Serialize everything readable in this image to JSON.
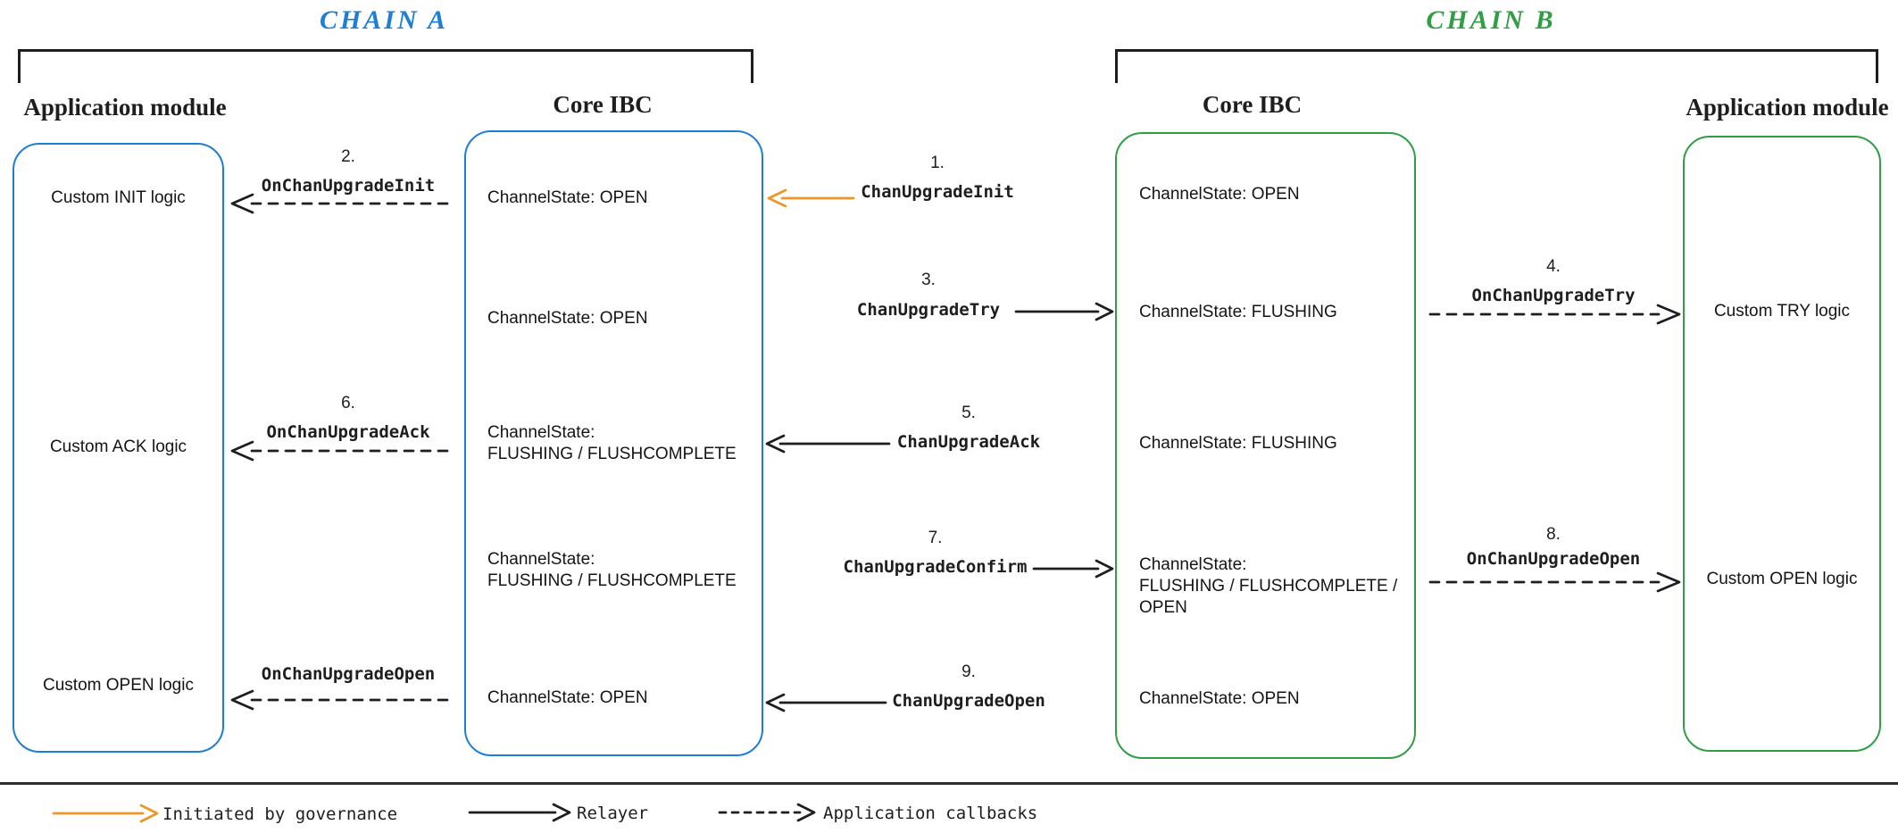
{
  "colors": {
    "blue": "#1c7ed6",
    "green": "#2f9e44",
    "orange": "#ef9527",
    "ink": "#1e1e1e"
  },
  "chain_a": {
    "title": "CHAIN A",
    "app_module": {
      "title": "Application module",
      "rows": [
        "Custom INIT logic",
        "Custom ACK logic",
        "Custom OPEN logic"
      ]
    },
    "core_ibc": {
      "title": "Core IBC",
      "rows": [
        "ChannelState: OPEN",
        "ChannelState: OPEN",
        "ChannelState:\nFLUSHING / FLUSHCOMPLETE",
        "ChannelState:\nFLUSHING / FLUSHCOMPLETE",
        "ChannelState: OPEN"
      ]
    },
    "callbacks": [
      {
        "num": "2.",
        "label": "OnChanUpgradeInit"
      },
      {
        "num": "6.",
        "label": "OnChanUpgradeAck"
      },
      {
        "label": "OnChanUpgradeOpen"
      }
    ]
  },
  "chain_b": {
    "title": "CHAIN B",
    "core_ibc": {
      "title": "Core IBC",
      "rows": [
        "ChannelState: OPEN",
        "ChannelState: FLUSHING",
        "ChannelState: FLUSHING",
        "ChannelState:\nFLUSHING / FLUSHCOMPLETE /\nOPEN",
        "ChannelState: OPEN"
      ]
    },
    "app_module": {
      "title": "Application module",
      "rows": [
        "Custom TRY logic",
        "Custom OPEN logic"
      ]
    },
    "callbacks": [
      {
        "num": "4.",
        "label": "OnChanUpgradeTry"
      },
      {
        "num": "8.",
        "label": "OnChanUpgradeOpen"
      }
    ]
  },
  "messages": [
    {
      "num": "1.",
      "label": "ChanUpgradeInit",
      "direction": "left",
      "kind": "governance"
    },
    {
      "num": "3.",
      "label": "ChanUpgradeTry",
      "direction": "right",
      "kind": "relayer"
    },
    {
      "num": "5.",
      "label": "ChanUpgradeAck",
      "direction": "left",
      "kind": "relayer"
    },
    {
      "num": "7.",
      "label": "ChanUpgradeConfirm",
      "direction": "right",
      "kind": "relayer"
    },
    {
      "num": "9.",
      "label": "ChanUpgradeOpen",
      "direction": "left",
      "kind": "relayer"
    }
  ],
  "legend": {
    "governance": "Initiated by governance",
    "relayer": "Relayer",
    "callbacks": "Application callbacks"
  }
}
